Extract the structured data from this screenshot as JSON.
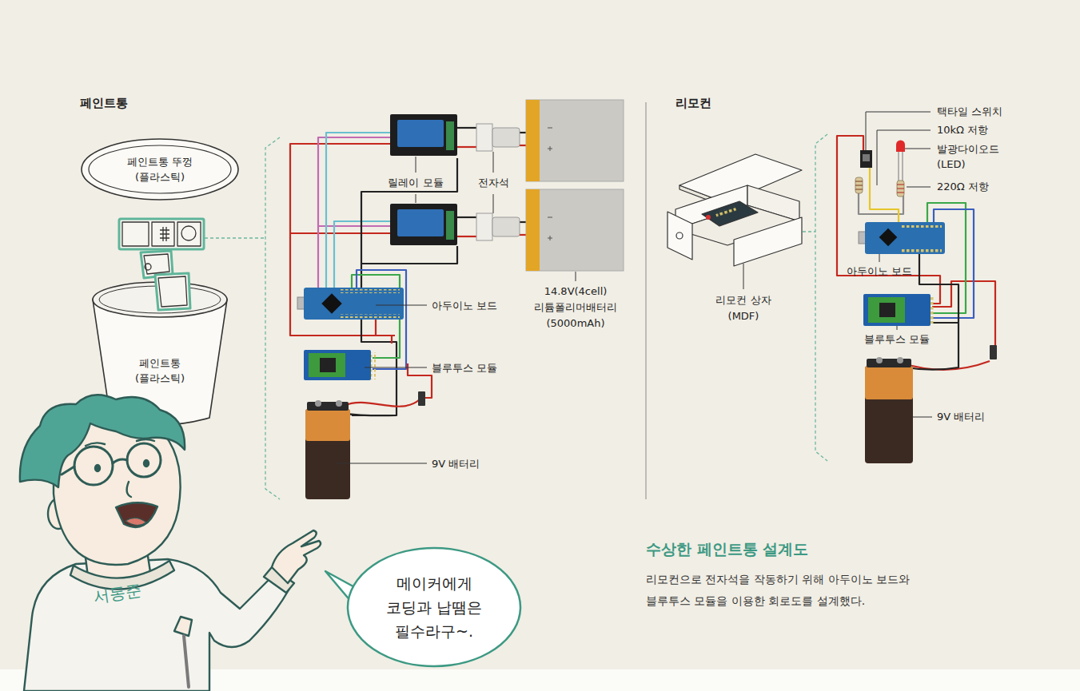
{
  "diagram": {
    "title": "수상한 페인트통 설계도",
    "caption": "리모컨으로 전자석을 작동하기 위해 아두이노 보드와 블루투스 모듈을 이용한 회로도를 설계했다.",
    "nodes": [
      {
        "text": [
          "페인트통 뚜껑 (플라스틱)"
        ]
      },
      {
        "text": [
          "페인트통 (플라스틱)"
        ]
      },
      {
        "text": [
          "메이커에게 코딩과 납땜은 필수라구~."
        ]
      }
    ],
    "labels": [
      "페인트통",
      "릴레이 모듈",
      "전자석",
      "14.8V(4cell) 리튬폴리머배터리 (5000mAh)",
      "아두이노 보드",
      "블루투스 모듈",
      "9V 배터리",
      "리모컨",
      "리모컨 상자 (MDF)",
      "택타일 스위치",
      "10kΩ 저항",
      "발광다이오드 (LED)",
      "220Ω 저항",
      "아두이노 보드",
      "블루투스 모듈",
      "9V 배터리",
      "서동준"
    ]
  }
}
